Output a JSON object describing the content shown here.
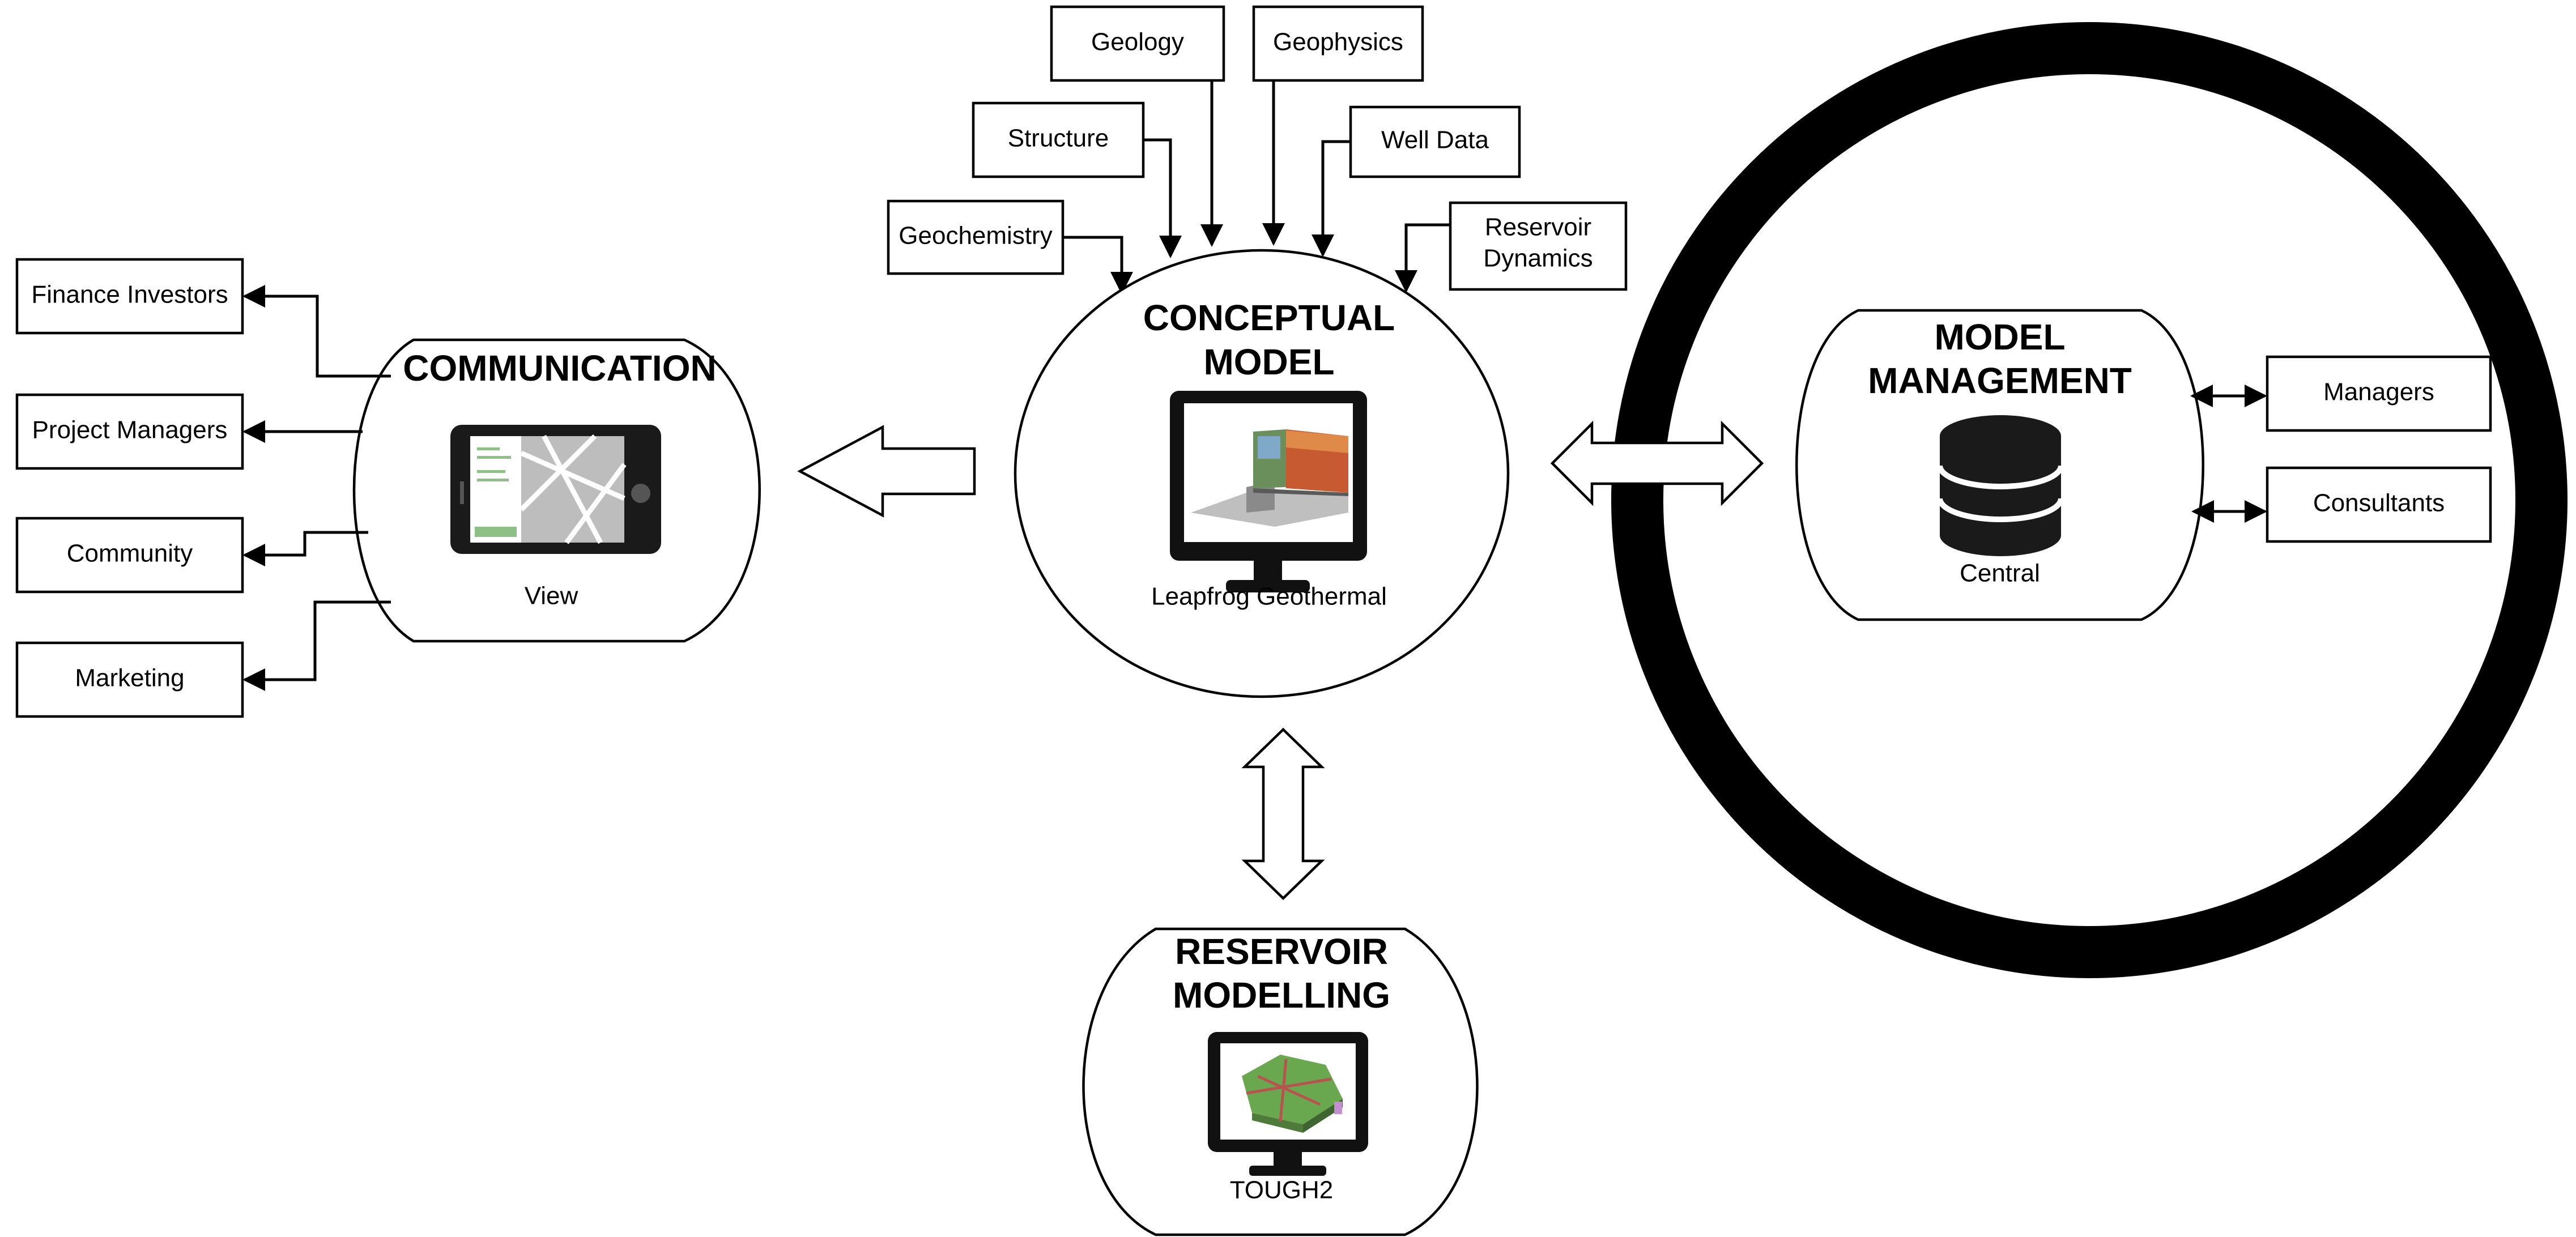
{
  "inputs": {
    "geology": "Geology",
    "geophysics": "Geophysics",
    "structure": "Structure",
    "well_data": "Well Data",
    "geochemistry": "Geochemistry",
    "reservoir_dynamics_line1": "Reservoir",
    "reservoir_dynamics_line2": "Dynamics"
  },
  "conceptual": {
    "title_line1": "CONCEPTUAL",
    "title_line2": "MODEL",
    "caption": "Leapfrog Geothermal",
    "icon": "monitor-icon"
  },
  "communication": {
    "title": "COMMUNICATION",
    "caption": "View",
    "icon": "tablet-map-icon",
    "audiences": [
      "Finance Investors",
      "Project Managers",
      "Community",
      "Marketing"
    ]
  },
  "management": {
    "title_line1": "MODEL",
    "title_line2": "MANAGEMENT",
    "caption": "Central",
    "icon": "database-icon",
    "stakeholders": [
      "Managers",
      "Consultants"
    ]
  },
  "reservoir": {
    "title_line1": "RESERVOIR",
    "title_line2": "MODELLING",
    "caption": "TOUGH2",
    "icon": "monitor-icon"
  },
  "colors": {
    "stroke": "#000000",
    "background": "#ffffff"
  }
}
